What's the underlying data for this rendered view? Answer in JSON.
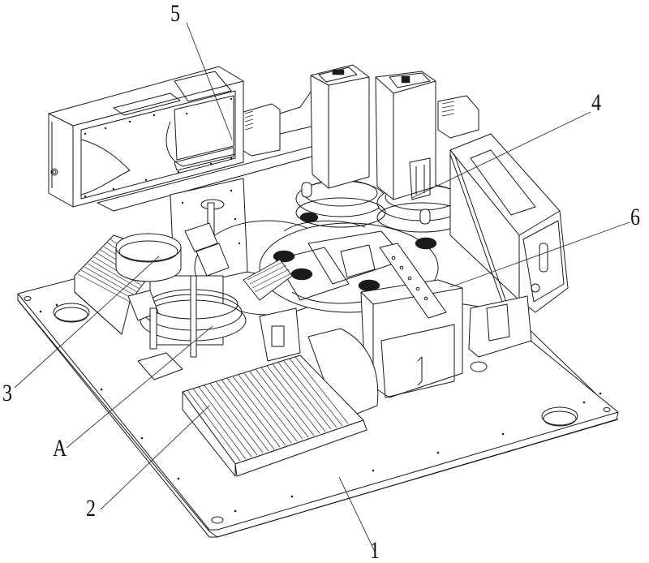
{
  "figure": {
    "type": "isometric mechanical assembly drawing (patent figure)",
    "colors": {
      "line": "#1a1a1a",
      "background": "#ffffff"
    }
  },
  "labels": [
    {
      "id": "label-5",
      "text": "5",
      "part": "upper-left laser head housing"
    },
    {
      "id": "label-4",
      "text": "4",
      "part": "vertical processing head"
    },
    {
      "id": "label-6",
      "text": "6",
      "part": "right-side housing / station"
    },
    {
      "id": "label-3",
      "text": "3",
      "part": "vibratory bowl feeder"
    },
    {
      "id": "label-a",
      "text": "A",
      "part": "detail region A"
    },
    {
      "id": "label-2",
      "text": "2",
      "part": "ribbed discharge chute"
    },
    {
      "id": "label-1",
      "text": "1",
      "part": "base plate"
    }
  ]
}
